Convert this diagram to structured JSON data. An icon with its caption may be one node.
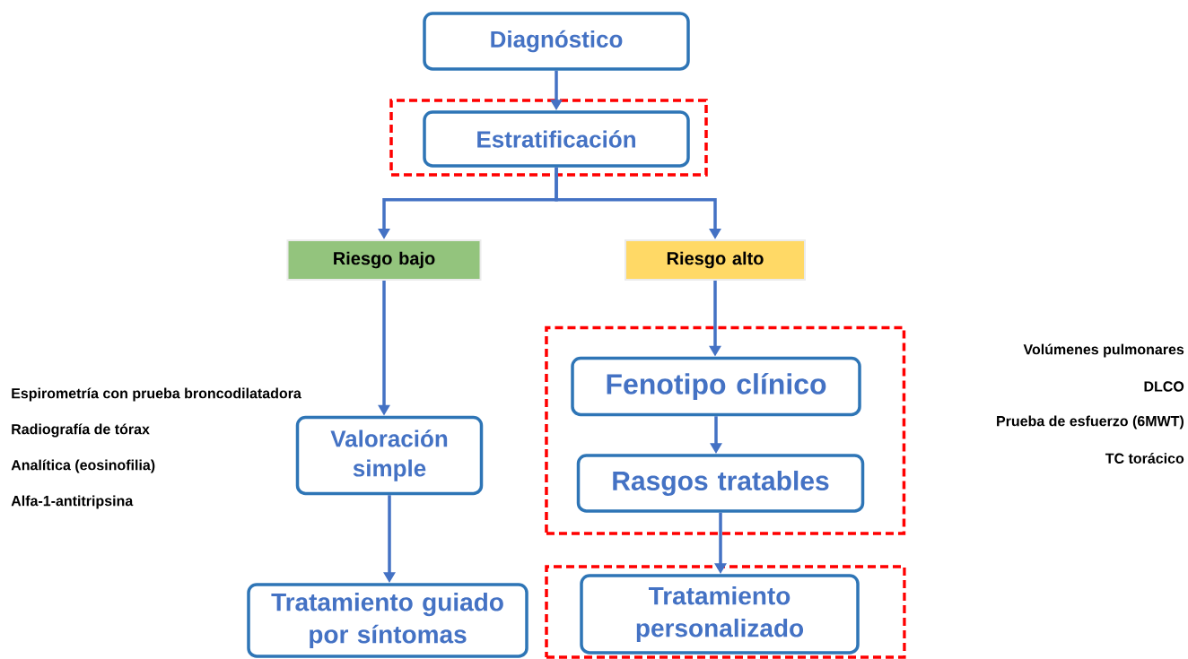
{
  "diagram": {
    "nodes": [
      {
        "text": [
          "Diagnóstico"
        ]
      },
      {
        "text": [],
        "shape": "box"
      },
      {
        "text": [
          "Estratificación"
        ],
        "in": 1
      },
      {
        "text": [
          "Riesgo bajo"
        ]
      },
      {
        "text": [
          "Riesgo alto"
        ]
      },
      {
        "text": [
          "Valoración simple"
        ]
      },
      {
        "text": [],
        "shape": "box"
      },
      {
        "text": [
          "Fenotipo clínico"
        ],
        "in": 6
      },
      {
        "text": [
          "Rasgos tratables"
        ],
        "in": 6
      },
      {
        "text": [
          "Tratamiento guiado por síntomas"
        ]
      },
      {
        "text": [],
        "shape": "box"
      },
      {
        "text": [
          "Tratamiento personalizado"
        ],
        "in": 10
      }
    ],
    "edges": [
      {
        "from": 0,
        "to": 2,
        "arrow": "to"
      },
      {
        "from": 2,
        "to": 3,
        "arrow": "to"
      },
      {
        "from": 2,
        "to": 4,
        "arrow": "to"
      },
      {
        "from": 3,
        "to": 5,
        "arrow": "to"
      },
      {
        "from": 5,
        "to": 9,
        "arrow": "to"
      },
      {
        "from": 4,
        "to": 7,
        "arrow": "to"
      },
      {
        "from": 7,
        "to": 8,
        "arrow": "to"
      },
      {
        "from": 8,
        "to": 11,
        "arrow": "to"
      }
    ],
    "labels": [
      "Espirometría con prueba broncodilatadora",
      "Radiografía de tórax",
      "Analítica (eosinofilia)",
      "Alfa-1-antitripsina",
      "Volúmenes pulmonares",
      "DLCO",
      "Prueba de esfuerzo (6MWT)",
      "TC torácico"
    ]
  }
}
